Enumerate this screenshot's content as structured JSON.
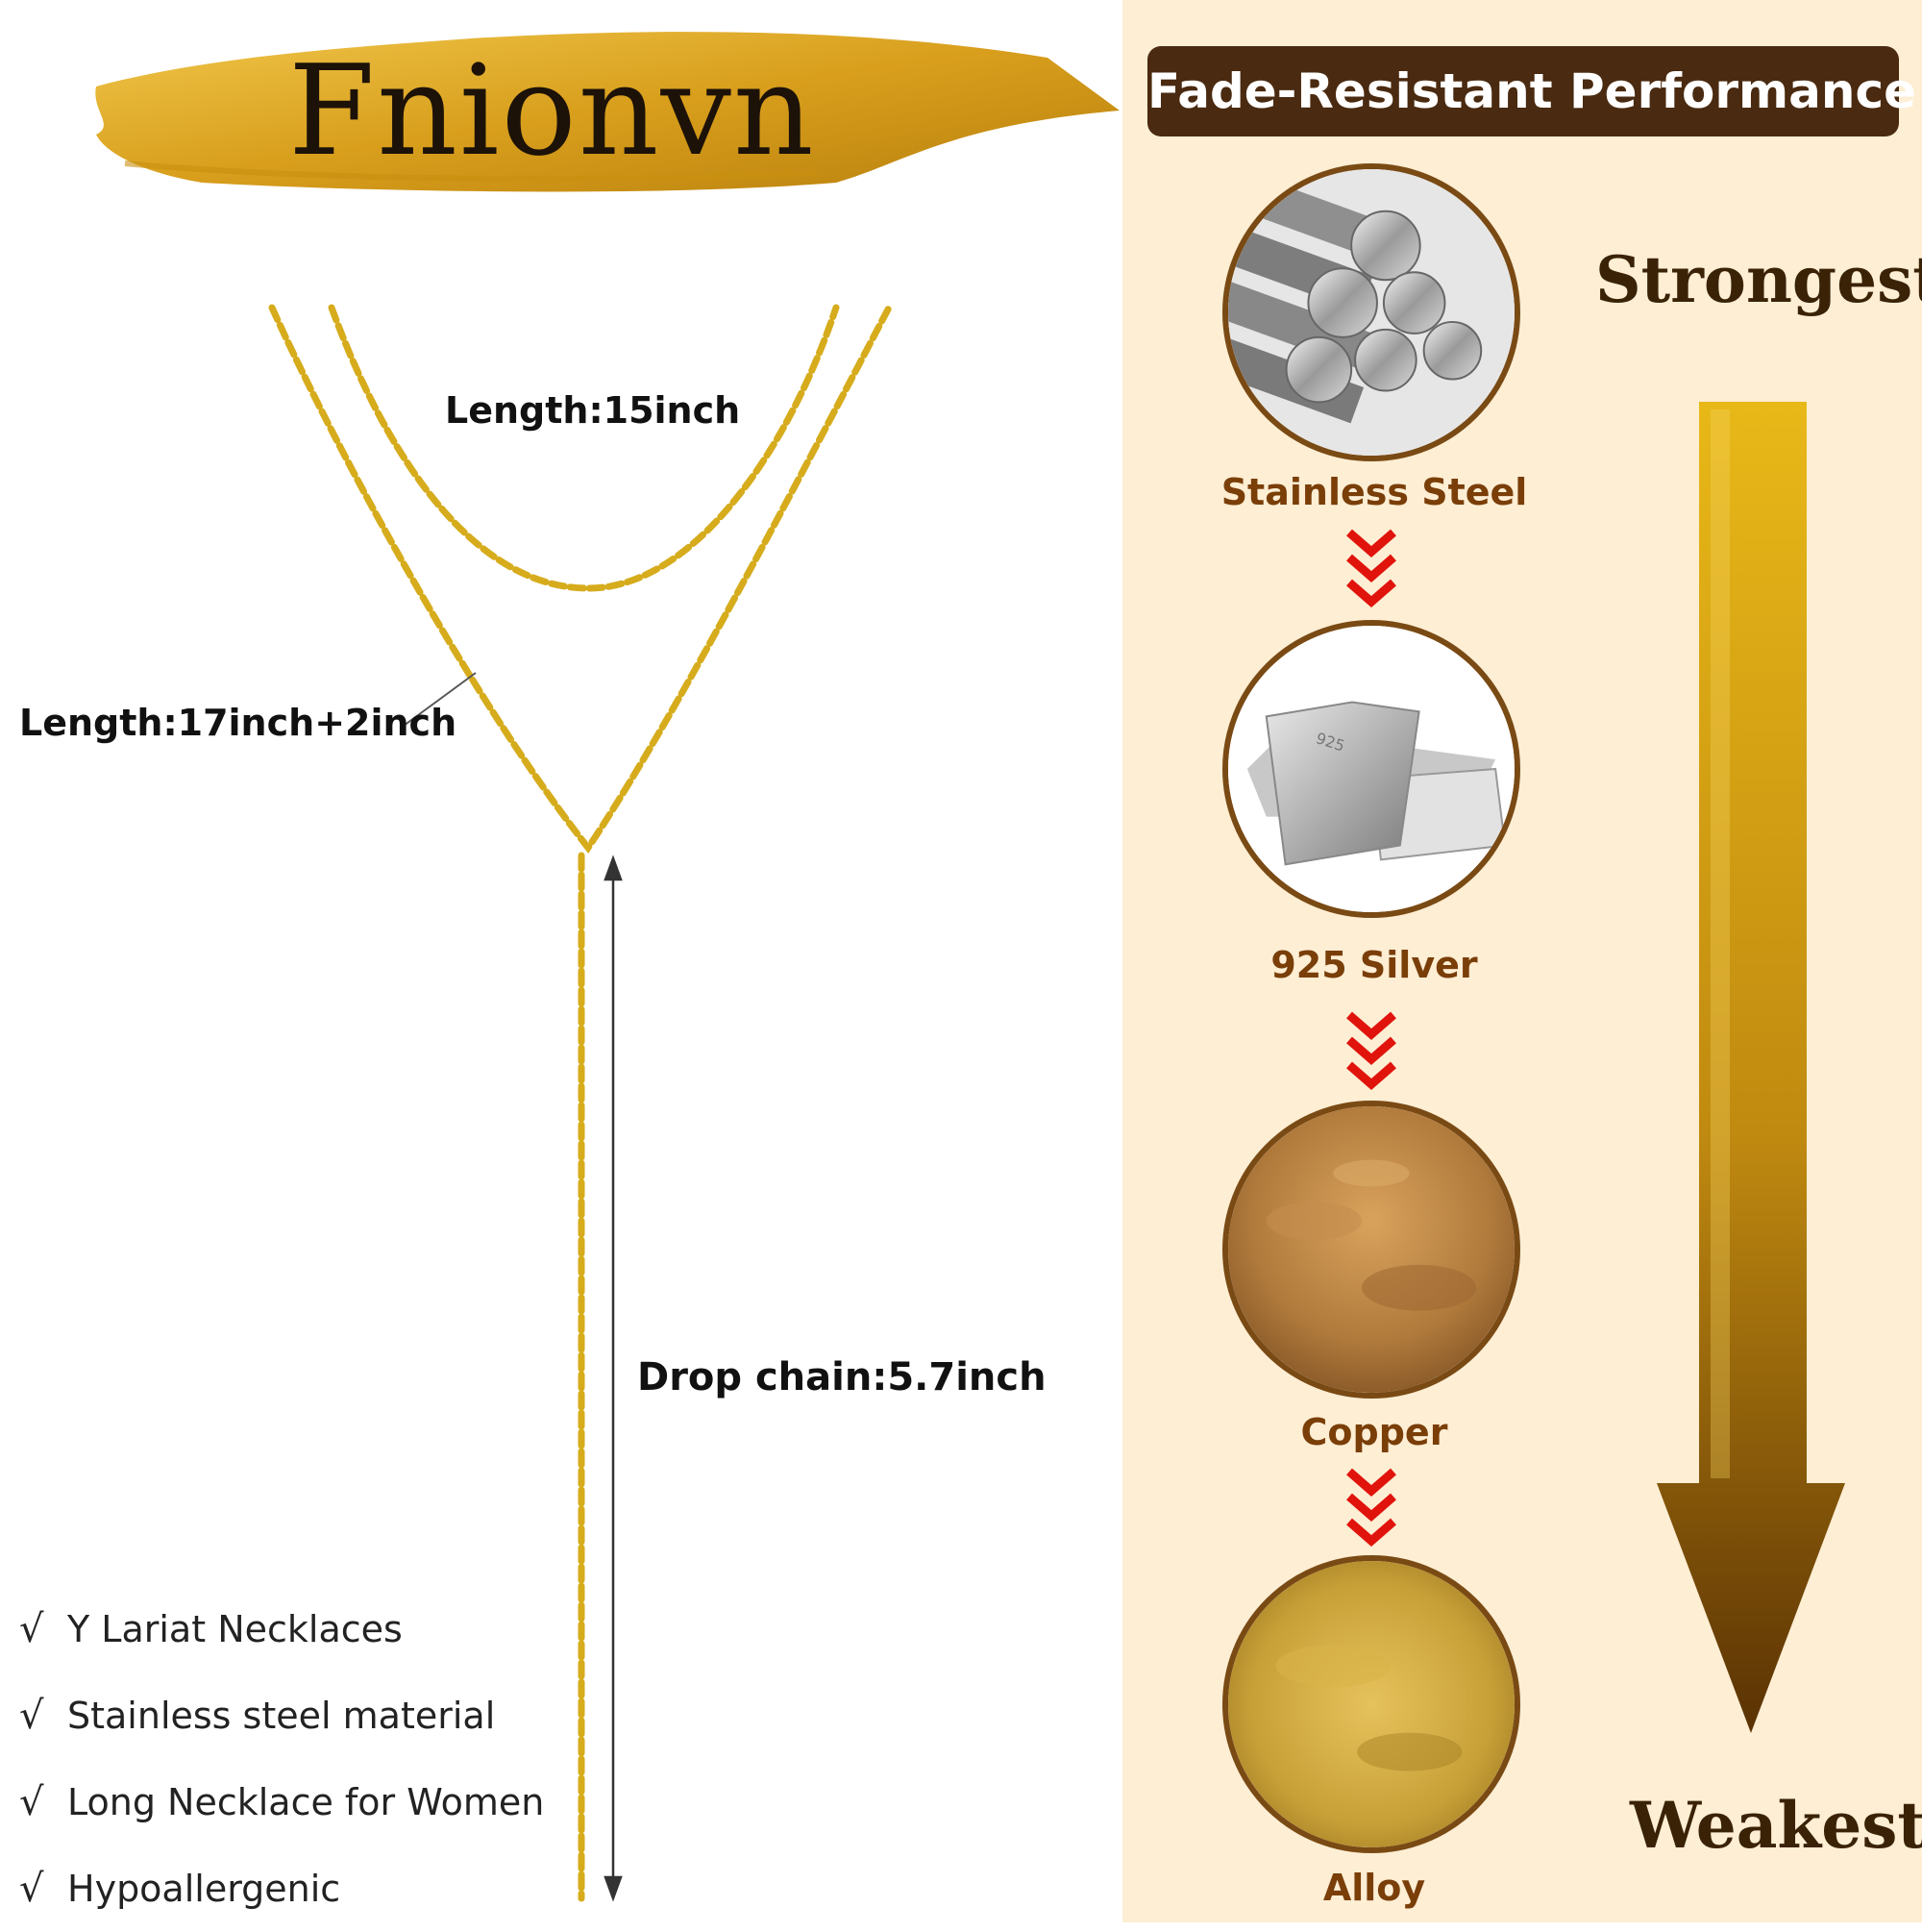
{
  "brand": {
    "name": "Fnionvn"
  },
  "left": {
    "length_labels": {
      "short_chain": "Length:15inch",
      "long_chain": "Length:17inch+2inch",
      "drop_chain": "Drop chain:5.7inch"
    },
    "features": [
      {
        "check": "√",
        "text": "Y Lariat Necklaces"
      },
      {
        "check": "√",
        "text": "Stainless steel material"
      },
      {
        "check": "√",
        "text": "Long Necklace for Women"
      },
      {
        "check": "√",
        "text": "Hypoallergenic"
      }
    ]
  },
  "right": {
    "title": "Fade-Resistant Performance",
    "rank_top": "Strongest",
    "rank_bottom": "Weakest",
    "materials": [
      {
        "name": "Stainless Steel",
        "icon": "steel-rods-icon"
      },
      {
        "name": "925 Silver",
        "icon": "silver-bars-icon",
        "stamp": "925"
      },
      {
        "name": "Copper",
        "icon": "copper-texture-icon"
      },
      {
        "name": "Alloy",
        "icon": "alloy-texture-icon"
      }
    ]
  },
  "colors": {
    "panel_bg": "#fdeed4",
    "title_bg": "#4a2a10",
    "label_brown": "#7a3e08",
    "chevron_red": "#e0140c",
    "gold": "#d4a417"
  }
}
